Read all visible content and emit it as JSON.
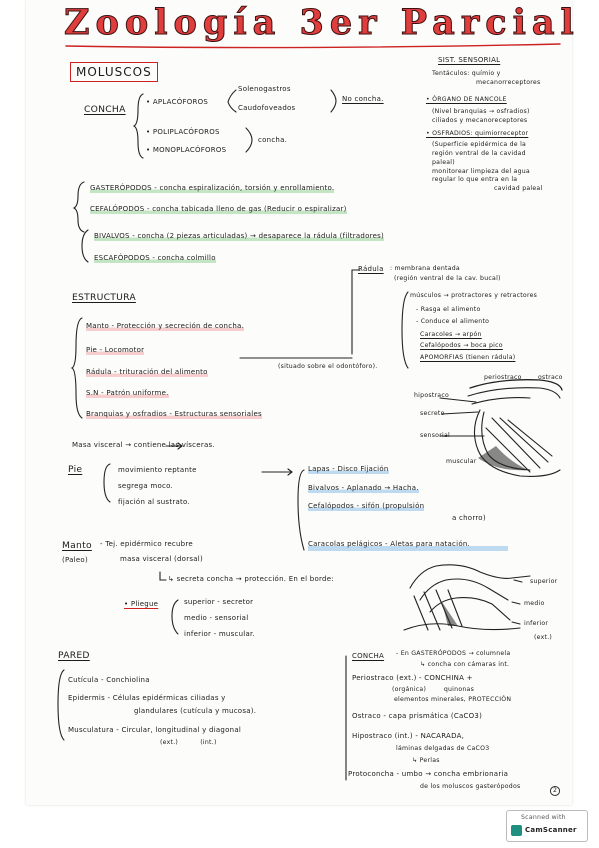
{
  "title": "Zoología 3er Parcial",
  "header_box": "MOLUSCOS",
  "concha_section": {
    "label": "CONCHA",
    "items": [
      "• APLACÓFOROS",
      "• POLIPLACÓFOROS",
      "• MONOPLACÓFOROS"
    ],
    "sub_aplacoforos": [
      "Solenogastros",
      "Caudofoveados"
    ],
    "no_concha": "No concha.",
    "concha": "concha."
  },
  "classes": [
    "GASTERÓPODOS - concha espiralización, torsión y enrollamiento.",
    "CEFALÓPODOS - concha tabicada lleno de gas (Reducir o espiralizar)",
    "BIVALVOS - concha (2 piezas articuladas) → desaparece la rádula (filtradores)",
    "ESCAFÓPODOS - concha colmillo"
  ],
  "sist_sensorial": {
    "title": "SIST. SENSORIAL",
    "lines": [
      "Tentáculos: químio y",
      "mecanorreceptores",
      "• ÓRGANO DE NANCOLE",
      "(Nivel branquias → osfradios)",
      "ciliados y mecanoreceptores",
      "• OSFRADIOS: quimiorreceptor",
      "(Superficie epidérmica de la",
      "región ventral de la cavidad",
      "paleal)",
      "monitorear limpieza del agua",
      "regular lo que entra en la",
      "cavidad paleal"
    ]
  },
  "radula": {
    "label": "Rádula",
    "lines": [
      ": membrana dentada",
      "(región ventral de la cav. bucal)",
      "músculos → protractores y retractores",
      "- Rasga el alimento",
      "- Conduce el alimento",
      "Caracoles → arpón",
      "Cefalópodos → boca pico",
      "APOMORFIAS (tienen rádula)"
    ]
  },
  "estructura": {
    "label": "ESTRUCTURA",
    "items": [
      "Manto - Protección y secreción de concha.",
      "Pie - Locomotor",
      "Rádula - trituración del alimento",
      "S.N - Patrón uniforme.",
      "Branquias y osfradios - Estructuras sensoriales"
    ],
    "radula_note": "(situado sobre el odontóforo).",
    "masa_visceral": "Masa visceral → contiene las vísceras."
  },
  "diagram1": {
    "labels": [
      "periostraco",
      "ostraco",
      "hipostraco",
      "secreto",
      "sensorial",
      "muscular"
    ]
  },
  "pie": {
    "label": "Pie",
    "items": [
      "movimiento reptante",
      "segrega moco.",
      "fijación al sustrato."
    ],
    "types": [
      "Lapas - Disco Fijación",
      "Bivalvos - Aplanado → Hacha.",
      "Cefalópodos - sifón (propulsión",
      "a chorro)",
      "Caracolas pelágicos - Aletas para natación."
    ]
  },
  "manto": {
    "label": "Manto",
    "paleo": "(Paleo)",
    "lines": [
      "- Tej. epidérmico recubre",
      "masa visceral (dorsal)",
      "↳ secreta concha → protección. En el borde:"
    ],
    "pliegue": "• Pliegue",
    "pliegues": [
      "superior - secretor",
      "medio - sensorial",
      "inferior - muscular."
    ]
  },
  "diagram2": {
    "labels": [
      "superior",
      "medio",
      "inferior",
      "(ext.)"
    ]
  },
  "pared": {
    "label": "PARED",
    "items": [
      "Cutícula - Conchiolina",
      "Epidermis - Células epidérmicas ciliadas y",
      "glandulares (cutícula y mucosa).",
      "Musculatura - Circular, longitudinal y diagonal",
      "(ext.)          (int.)"
    ]
  },
  "concha_layers": {
    "label": "CONCHA",
    "lines": [
      "- En GASTERÓPODOS → columnela",
      "↳ concha con cámaras int.",
      "Periostraco (ext.) - CONCHINA +",
      "(orgánica)        quinonas",
      "elementos minerales, PROTECCIÓN",
      "Ostraco - capa prismática (CaCO3)",
      "Hipostraco (int.) - NACARADA,",
      "láminas delgadas de CaCO3",
      "↳ Perlas",
      "Protoconcha - umbo → concha embrionaria",
      "de los moluscos gasterópodos"
    ]
  },
  "page_num": "2",
  "scanner": {
    "line1": "Scanned with",
    "line2": "CamScanner"
  }
}
